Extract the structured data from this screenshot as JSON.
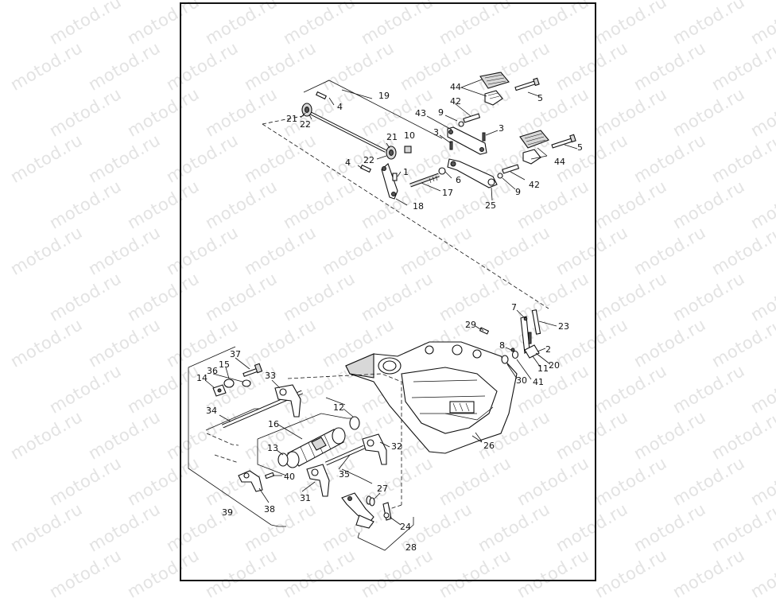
{
  "watermark": "motod.ru",
  "callouts": [
    {
      "id": "44",
      "text": "44"
    },
    {
      "id": "5a",
      "text": "5"
    },
    {
      "id": "42a",
      "text": "42"
    },
    {
      "id": "9a",
      "text": "9"
    },
    {
      "id": "43",
      "text": "43"
    },
    {
      "id": "3a",
      "text": "3"
    },
    {
      "id": "3b",
      "text": "3"
    },
    {
      "id": "44b",
      "text": "44"
    },
    {
      "id": "5b",
      "text": "5"
    },
    {
      "id": "42b",
      "text": "42"
    },
    {
      "id": "9b",
      "text": "9"
    },
    {
      "id": "25",
      "text": "25"
    },
    {
      "id": "6",
      "text": "6"
    },
    {
      "id": "17",
      "text": "17"
    },
    {
      "id": "19",
      "text": "19"
    },
    {
      "id": "4a",
      "text": "4"
    },
    {
      "id": "21a",
      "text": "21"
    },
    {
      "id": "22a",
      "text": "22"
    },
    {
      "id": "21b",
      "text": "21"
    },
    {
      "id": "10",
      "text": "10"
    },
    {
      "id": "22b",
      "text": "22"
    },
    {
      "id": "4b",
      "text": "4"
    },
    {
      "id": "1",
      "text": "1"
    },
    {
      "id": "18",
      "text": "18"
    },
    {
      "id": "7",
      "text": "7"
    },
    {
      "id": "23",
      "text": "23"
    },
    {
      "id": "29",
      "text": "29"
    },
    {
      "id": "8",
      "text": "8"
    },
    {
      "id": "2",
      "text": "2"
    },
    {
      "id": "11",
      "text": "11"
    },
    {
      "id": "20",
      "text": "20"
    },
    {
      "id": "30",
      "text": "30"
    },
    {
      "id": "41",
      "text": "41"
    },
    {
      "id": "26",
      "text": "26"
    },
    {
      "id": "37",
      "text": "37"
    },
    {
      "id": "15",
      "text": "15"
    },
    {
      "id": "36",
      "text": "36"
    },
    {
      "id": "14",
      "text": "14"
    },
    {
      "id": "33",
      "text": "33"
    },
    {
      "id": "34",
      "text": "34"
    },
    {
      "id": "16",
      "text": "16"
    },
    {
      "id": "12",
      "text": "12"
    },
    {
      "id": "13",
      "text": "13"
    },
    {
      "id": "32",
      "text": "32"
    },
    {
      "id": "35",
      "text": "35"
    },
    {
      "id": "40",
      "text": "40"
    },
    {
      "id": "31",
      "text": "31"
    },
    {
      "id": "38",
      "text": "38"
    },
    {
      "id": "39",
      "text": "39"
    },
    {
      "id": "27",
      "text": "27"
    },
    {
      "id": "24",
      "text": "24"
    },
    {
      "id": "28",
      "text": "28"
    }
  ]
}
